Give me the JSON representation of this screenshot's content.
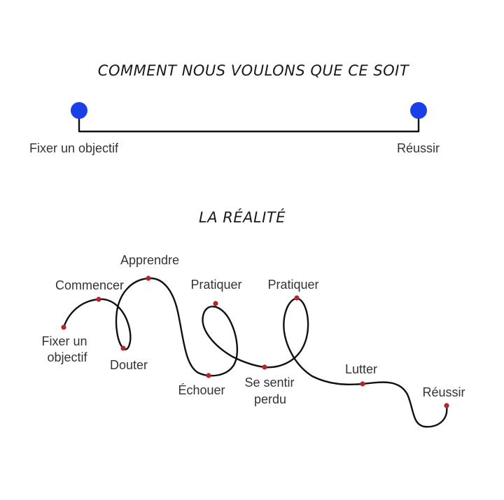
{
  "ideal": {
    "title": "COMMENT NOUS VOULONS QUE CE SOIT",
    "start_label": "Fixer un objectif",
    "end_label": "Réussir",
    "dot_color": "#1a3ee8"
  },
  "reality": {
    "title": "LA RÉALITÉ",
    "marker_color": "#b7252c",
    "stages": {
      "fixer_line1": "Fixer un",
      "fixer_line2": "objectif",
      "commencer": "Commencer",
      "apprendre": "Apprendre",
      "douter": "Douter",
      "pratiquer_1": "Pratiquer",
      "echouer": "Échouer",
      "pratiquer_2": "Pratiquer",
      "perdu_line1": "Se sentir",
      "perdu_line2": "perdu",
      "lutter": "Lutter",
      "reussir": "Réussir"
    }
  }
}
